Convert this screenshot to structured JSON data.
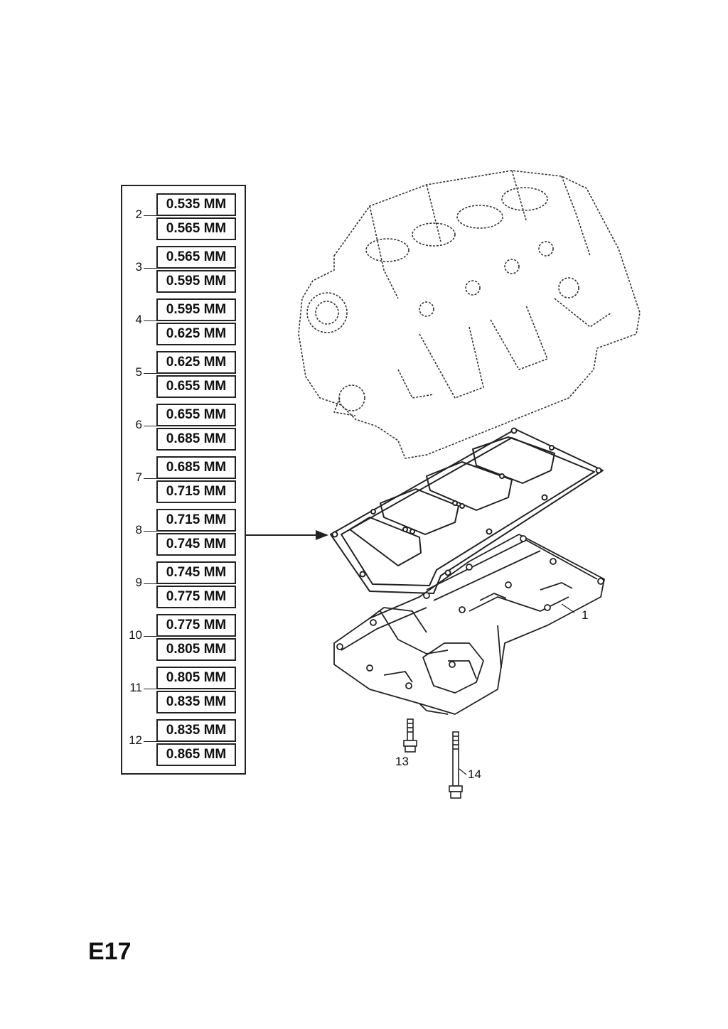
{
  "page_code": "E17",
  "thickness_rows": [
    {
      "ref": "2",
      "upper": "0.535 MM",
      "lower": "0.565 MM"
    },
    {
      "ref": "3",
      "upper": "0.565 MM",
      "lower": "0.595 MM"
    },
    {
      "ref": "4",
      "upper": "0.595 MM",
      "lower": "0.625 MM"
    },
    {
      "ref": "5",
      "upper": "0.625 MM",
      "lower": "0.655 MM"
    },
    {
      "ref": "6",
      "upper": "0.655 MM",
      "lower": "0.685 MM"
    },
    {
      "ref": "7",
      "upper": "0.685 MM",
      "lower": "0.715 MM"
    },
    {
      "ref": "8",
      "upper": "0.715 MM",
      "lower": "0.745 MM"
    },
    {
      "ref": "9",
      "upper": "0.745 MM",
      "lower": "0.775 MM"
    },
    {
      "ref": "10",
      "upper": "0.775 MM",
      "lower": "0.805 MM"
    },
    {
      "ref": "11",
      "upper": "0.805 MM",
      "lower": "0.835 MM"
    },
    {
      "ref": "12",
      "upper": "0.835 MM",
      "lower": "0.865 MM"
    }
  ],
  "callouts": {
    "oil_pan": "1",
    "short_bolt": "13",
    "long_bolt": "14"
  }
}
